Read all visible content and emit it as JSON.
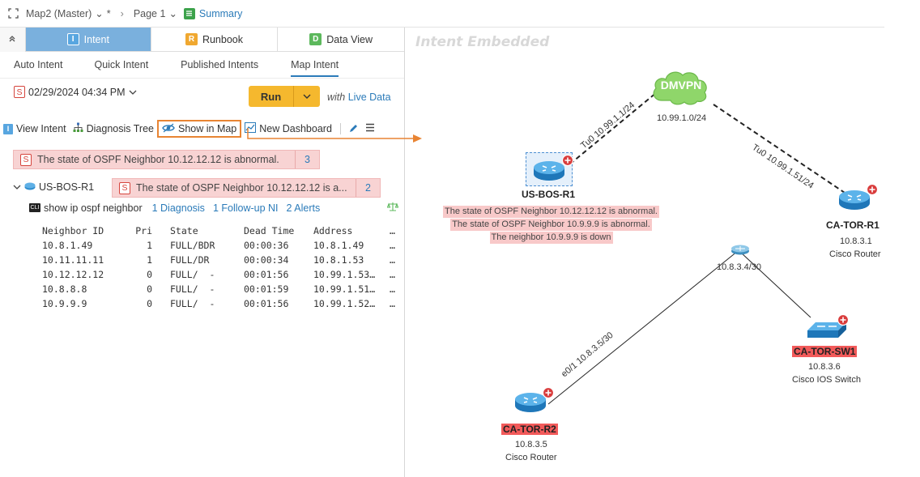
{
  "topbar": {
    "map_name": "Map2 (Master)",
    "dirty_mark": "*",
    "page": "Page 1",
    "summary": "Summary"
  },
  "tabs": [
    {
      "label": "Intent",
      "badge": "I",
      "color": "#58a6e0"
    },
    {
      "label": "Runbook",
      "badge": "R",
      "color": "#f0a830"
    },
    {
      "label": "Data View",
      "badge": "D",
      "color": "#5cb85c"
    }
  ],
  "subtabs": [
    "Auto Intent",
    "Quick Intent",
    "Published Intents",
    "Map Intent"
  ],
  "run": {
    "badge": "S",
    "datetime": "02/29/2024 04:34 PM",
    "button": "Run",
    "with": "with",
    "live": "Live Data"
  },
  "toolbar": {
    "view_intent": "View Intent",
    "diagnosis_tree": "Diagnosis Tree",
    "show_in_map": "Show in Map",
    "new_dashboard": "New Dashboard"
  },
  "alert": {
    "badge": "S",
    "text": "The state of OSPF Neighbor 10.12.12.12 is abnormal.",
    "count": "3"
  },
  "device": {
    "name": "US-BOS-R1",
    "alert_badge": "S",
    "alert_text": "The state of OSPF Neighbor 10.12.12.12 is a...",
    "alert_count": "2",
    "cli": "CLI",
    "command": "show ip ospf neighbor",
    "diagnosis": "1 Diagnosis",
    "followup": "1 Follow-up NI",
    "alerts": "2 Alerts"
  },
  "ospf": {
    "headers": [
      "Neighbor ID",
      "Pri",
      "State",
      "Dead Time",
      "Address",
      "…"
    ],
    "rows": [
      [
        "10.8.1.49",
        "1",
        "FULL/BDR",
        "00:00:36",
        "10.8.1.49",
        "…"
      ],
      [
        "10.11.11.11",
        "1",
        "FULL/DR",
        "00:00:34",
        "10.8.1.53",
        "…"
      ],
      [
        "10.12.12.12",
        "0",
        "FULL/  -",
        "00:01:56",
        "10.99.1.53…",
        "…"
      ],
      [
        "10.8.8.8",
        "0",
        "FULL/  -",
        "00:01:59",
        "10.99.1.51…",
        "…"
      ],
      [
        "10.9.9.9",
        "0",
        "FULL/  -",
        "00:01:56",
        "10.99.1.52…",
        "…"
      ]
    ]
  },
  "map": {
    "title": "Intent Embedded",
    "cloud": {
      "label": "DMVPN",
      "subnet": "10.99.1.0/24"
    },
    "us_bos": {
      "name": "US-BOS-R1",
      "link": "Tu0 10.99.1.1/24"
    },
    "messages": [
      "The state of OSPF Neighbor 10.12.12.12 is abnormal.",
      "The state of OSPF Neighbor 10.9.9.9 is abnormal.",
      "The neighbor 10.9.9.9 is down"
    ],
    "ca_tor_r1": {
      "name": "CA-TOR-R1",
      "ip": "10.8.3.1",
      "type": "Cisco Router",
      "link": "Tu0 10.99.1.51/24"
    },
    "hub": {
      "subnet": "10.8.3.4/30"
    },
    "ca_tor_sw1": {
      "name": "CA-TOR-SW1",
      "ip": "10.8.3.6",
      "type": "Cisco IOS Switch"
    },
    "ca_tor_r2": {
      "name": "CA-TOR-R2",
      "ip": "10.8.3.5",
      "type": "Cisco Router",
      "link": "e0/1 10.8.3.5/30"
    },
    "colors": {
      "router": "#2d8ccd",
      "cloud": "#8fd66a",
      "alert": "#d93c3c",
      "arrow": "#e88433"
    }
  }
}
